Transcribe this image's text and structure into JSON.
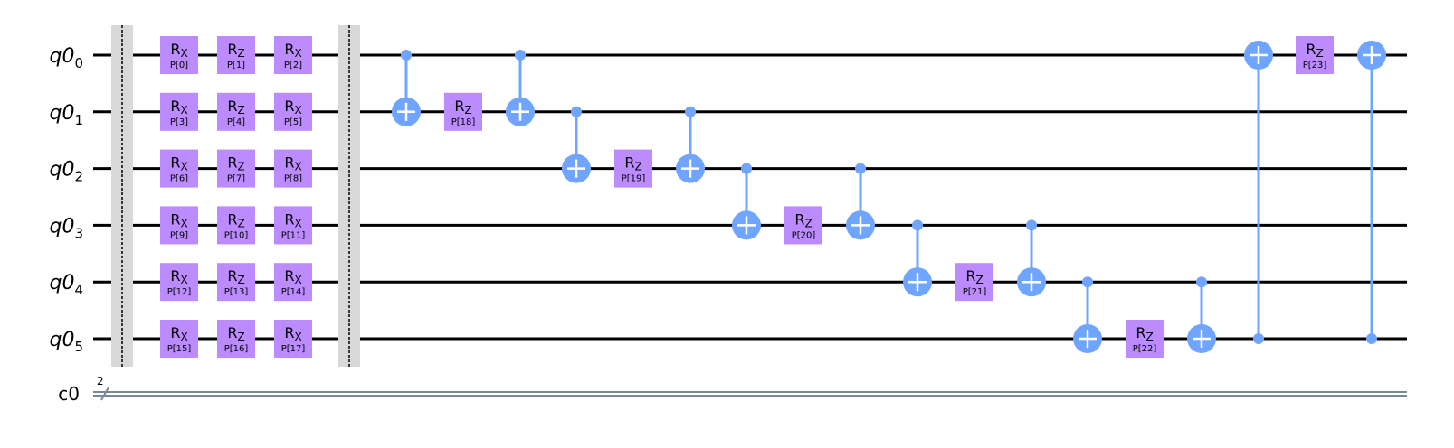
{
  "qubits": [
    {
      "reg": "q0",
      "index": "0"
    },
    {
      "reg": "q0",
      "index": "1"
    },
    {
      "reg": "q0",
      "index": "2"
    },
    {
      "reg": "q0",
      "index": "3"
    },
    {
      "reg": "q0",
      "index": "4"
    },
    {
      "reg": "q0",
      "index": "5"
    }
  ],
  "classical_register": {
    "name": "c0",
    "size": "2"
  },
  "colors": {
    "gate": "#bb8bff",
    "cnot": "#6fa4ff",
    "wire": "#000000",
    "classical_wire": "#778899",
    "barrier": "#d9d9d9"
  },
  "operations": [
    {
      "type": "barrier",
      "col": 0
    },
    {
      "type": "gate",
      "name": "R",
      "sub": "X",
      "param": "P[0]",
      "qubit": 0,
      "col": 1
    },
    {
      "type": "gate",
      "name": "R",
      "sub": "X",
      "param": "P[3]",
      "qubit": 1,
      "col": 1
    },
    {
      "type": "gate",
      "name": "R",
      "sub": "X",
      "param": "P[6]",
      "qubit": 2,
      "col": 1
    },
    {
      "type": "gate",
      "name": "R",
      "sub": "X",
      "param": "P[9]",
      "qubit": 3,
      "col": 1
    },
    {
      "type": "gate",
      "name": "R",
      "sub": "X",
      "param": "P[12]",
      "qubit": 4,
      "col": 1
    },
    {
      "type": "gate",
      "name": "R",
      "sub": "X",
      "param": "P[15]",
      "qubit": 5,
      "col": 1
    },
    {
      "type": "gate",
      "name": "R",
      "sub": "Z",
      "param": "P[1]",
      "qubit": 0,
      "col": 2
    },
    {
      "type": "gate",
      "name": "R",
      "sub": "Z",
      "param": "P[4]",
      "qubit": 1,
      "col": 2
    },
    {
      "type": "gate",
      "name": "R",
      "sub": "Z",
      "param": "P[7]",
      "qubit": 2,
      "col": 2
    },
    {
      "type": "gate",
      "name": "R",
      "sub": "Z",
      "param": "P[10]",
      "qubit": 3,
      "col": 2
    },
    {
      "type": "gate",
      "name": "R",
      "sub": "Z",
      "param": "P[13]",
      "qubit": 4,
      "col": 2
    },
    {
      "type": "gate",
      "name": "R",
      "sub": "Z",
      "param": "P[16]",
      "qubit": 5,
      "col": 2
    },
    {
      "type": "gate",
      "name": "R",
      "sub": "X",
      "param": "P[2]",
      "qubit": 0,
      "col": 3
    },
    {
      "type": "gate",
      "name": "R",
      "sub": "X",
      "param": "P[5]",
      "qubit": 1,
      "col": 3
    },
    {
      "type": "gate",
      "name": "R",
      "sub": "X",
      "param": "P[8]",
      "qubit": 2,
      "col": 3
    },
    {
      "type": "gate",
      "name": "R",
      "sub": "X",
      "param": "P[11]",
      "qubit": 3,
      "col": 3
    },
    {
      "type": "gate",
      "name": "R",
      "sub": "X",
      "param": "P[14]",
      "qubit": 4,
      "col": 3
    },
    {
      "type": "gate",
      "name": "R",
      "sub": "X",
      "param": "P[17]",
      "qubit": 5,
      "col": 3
    },
    {
      "type": "barrier",
      "col": 4
    },
    {
      "type": "cx",
      "control": 0,
      "target": 1,
      "col": 5
    },
    {
      "type": "gate",
      "name": "R",
      "sub": "Z",
      "param": "P[18]",
      "qubit": 1,
      "col": 6
    },
    {
      "type": "cx",
      "control": 0,
      "target": 1,
      "col": 7
    },
    {
      "type": "cx",
      "control": 1,
      "target": 2,
      "col": 8
    },
    {
      "type": "gate",
      "name": "R",
      "sub": "Z",
      "param": "P[19]",
      "qubit": 2,
      "col": 9
    },
    {
      "type": "cx",
      "control": 1,
      "target": 2,
      "col": 10
    },
    {
      "type": "cx",
      "control": 2,
      "target": 3,
      "col": 11
    },
    {
      "type": "gate",
      "name": "R",
      "sub": "Z",
      "param": "P[20]",
      "qubit": 3,
      "col": 12
    },
    {
      "type": "cx",
      "control": 2,
      "target": 3,
      "col": 13
    },
    {
      "type": "cx",
      "control": 3,
      "target": 4,
      "col": 14
    },
    {
      "type": "gate",
      "name": "R",
      "sub": "Z",
      "param": "P[21]",
      "qubit": 4,
      "col": 15
    },
    {
      "type": "cx",
      "control": 3,
      "target": 4,
      "col": 16
    },
    {
      "type": "cx",
      "control": 4,
      "target": 5,
      "col": 17
    },
    {
      "type": "gate",
      "name": "R",
      "sub": "Z",
      "param": "P[22]",
      "qubit": 5,
      "col": 18
    },
    {
      "type": "cx",
      "control": 4,
      "target": 5,
      "col": 19
    },
    {
      "type": "cx",
      "control": 5,
      "target": 0,
      "col": 20
    },
    {
      "type": "gate",
      "name": "R",
      "sub": "Z",
      "param": "P[23]",
      "qubit": 0,
      "col": 21
    },
    {
      "type": "cx",
      "control": 5,
      "target": 0,
      "col": 22
    }
  ]
}
